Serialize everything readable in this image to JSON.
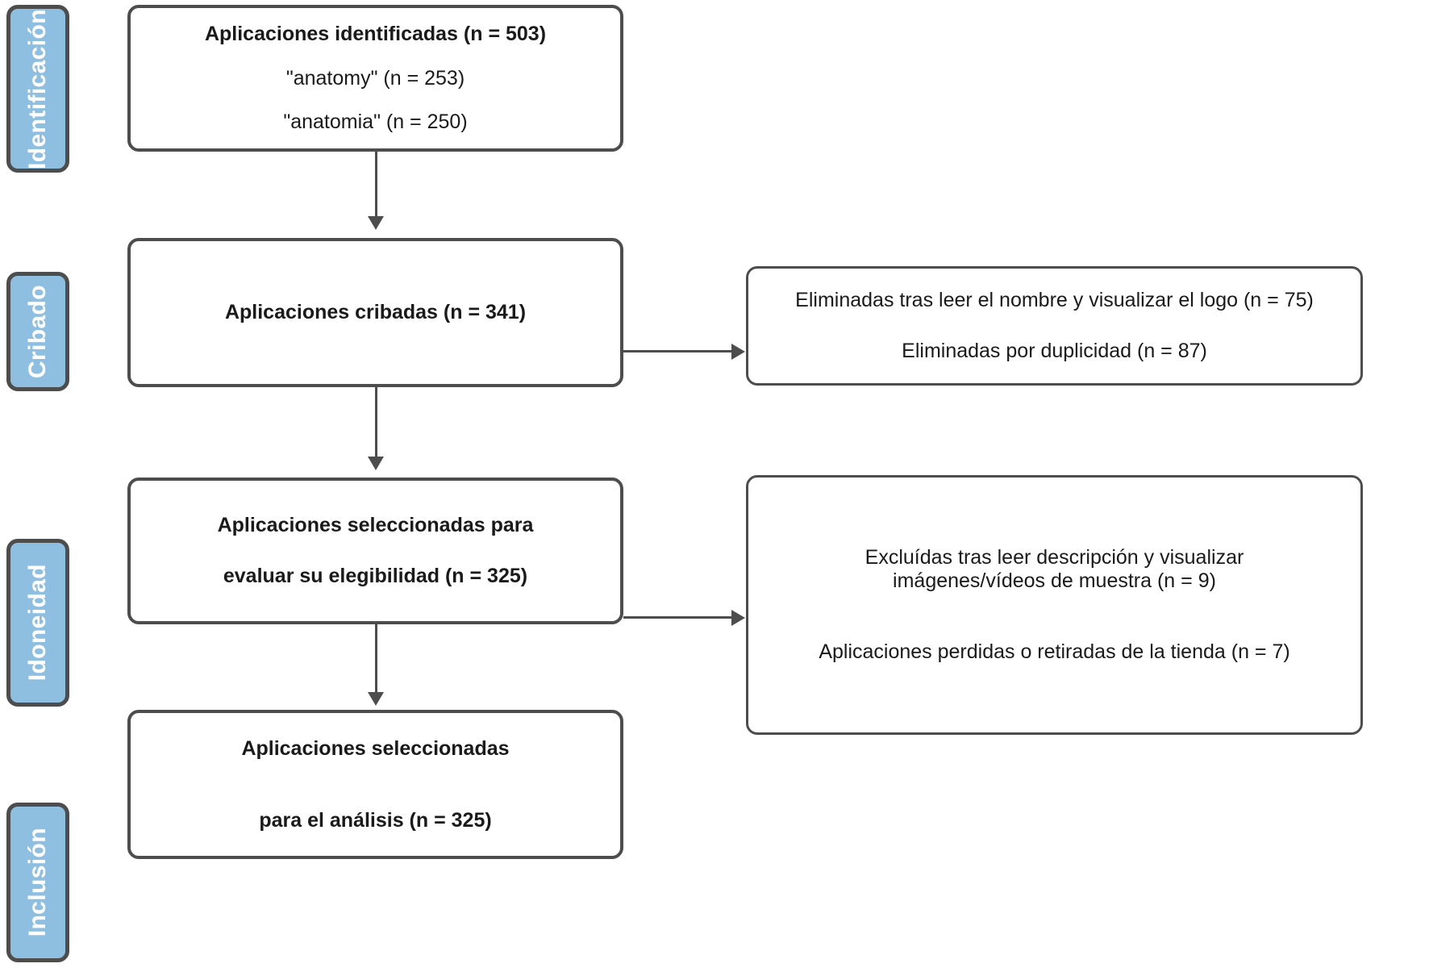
{
  "diagram": {
    "type": "prisma-flow-diagram",
    "language": "es",
    "colors": {
      "stage_tab_fill": "#8fbfe0",
      "stage_tab_text": "#ffffff",
      "border": "#4d4d4d",
      "box_fill": "#ffffff",
      "box_text": "#1a1a1a",
      "connector": "#4d4d4d"
    },
    "stages": [
      {
        "id": "identificacion",
        "label": "Identificación"
      },
      {
        "id": "cribado",
        "label": "Cribado"
      },
      {
        "id": "idoneidad",
        "label": "Idoneidad"
      },
      {
        "id": "inclusion",
        "label": "Inclusión"
      }
    ],
    "main_boxes": [
      {
        "id": "identified",
        "stage": "identificacion",
        "lines": [
          "Aplicaciones identificadas (n = 503)",
          "\"anatomy\" (n = 253)",
          "\"anatomia\" (n = 250)"
        ]
      },
      {
        "id": "screened",
        "stage": "cribado",
        "lines": [
          "Aplicaciones cribadas (n = 341)"
        ]
      },
      {
        "id": "eligibility",
        "stage": "idoneidad",
        "lines": [
          "Aplicaciones seleccionadas para",
          "evaluar su elegibilidad (n = 325)"
        ]
      },
      {
        "id": "included",
        "stage": "inclusion",
        "lines": [
          "Aplicaciones seleccionadas",
          "para el análisis  (n = 325)"
        ]
      }
    ],
    "exclusion_boxes": [
      {
        "id": "screening-exclusions",
        "stage": "cribado",
        "lines": [
          "Eliminadas tras leer el nombre y visualizar el logo (n = 75)",
          "Eliminadas por duplicidad (n = 87)"
        ]
      },
      {
        "id": "eligibility-exclusions",
        "stage": "idoneidad",
        "lines": [
          "Excluídas tras leer descripción y visualizar\nimágenes/vídeos de muestra (n = 9)",
          "Aplicaciones perdidas o retiradas de la tienda  (n = 7)"
        ]
      }
    ],
    "counts": {
      "identified_total": 503,
      "identified_anatomy": 253,
      "identified_anatomia": 250,
      "screened": 341,
      "removed_name_logo": 75,
      "removed_duplicates": 87,
      "eligibility_assessed": 325,
      "excluded_description_media": 9,
      "lost_or_withdrawn": 7,
      "included_analysis": 325
    }
  }
}
